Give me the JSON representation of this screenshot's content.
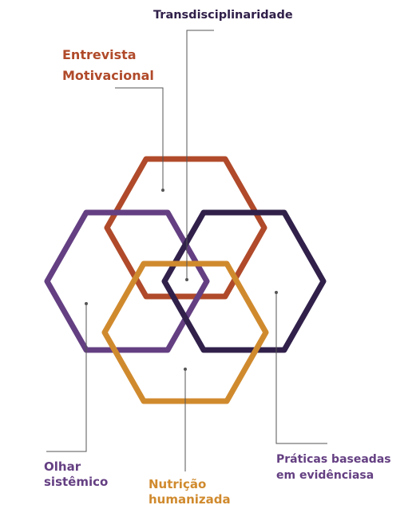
{
  "colors": {
    "rust": "#b04a2a",
    "purple": "#643f82",
    "navy": "#30204a",
    "orange": "#d08a2e",
    "leader": "#555555"
  },
  "labels": {
    "transdisciplinaridade": "Transdisciplinaridade",
    "entrevista_line1": "Entrevista",
    "entrevista_line2": "Motivacional",
    "olhar_line1": "Olhar",
    "olhar_line2": "sistêmico",
    "nutricao_line1": "Nutrição",
    "nutricao_line2": "humanizada",
    "praticas_line1": "Práticas baseadas",
    "praticas_line2": "em evidênciasa"
  }
}
